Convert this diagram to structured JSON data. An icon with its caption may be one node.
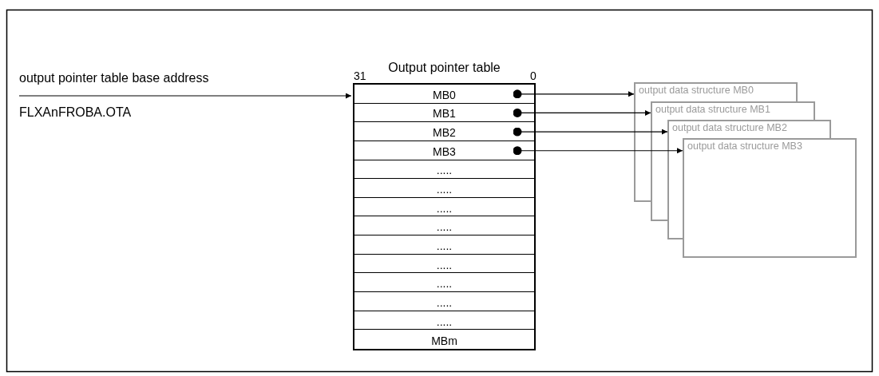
{
  "diagram": {
    "nodes": [
      {
        "text": [
          "Output pointer table"
        ]
      },
      {
        "text": [
          "MB0"
        ],
        "in": 0
      },
      {
        "text": [
          "MB1"
        ],
        "in": 0
      },
      {
        "text": [
          "MB2"
        ],
        "in": 0
      },
      {
        "text": [
          "MB3"
        ],
        "in": 0
      },
      {
        "text": [
          "....."
        ],
        "in": 0
      },
      {
        "text": [
          "....."
        ],
        "in": 0
      },
      {
        "text": [
          "....."
        ],
        "in": 0
      },
      {
        "text": [
          "....."
        ],
        "in": 0
      },
      {
        "text": [
          "....."
        ],
        "in": 0
      },
      {
        "text": [
          "....."
        ],
        "in": 0
      },
      {
        "text": [
          "....."
        ],
        "in": 0
      },
      {
        "text": [
          "....."
        ],
        "in": 0
      },
      {
        "text": [
          "....."
        ],
        "in": 0
      },
      {
        "text": [
          "MBm"
        ],
        "in": 0
      },
      {
        "text": [
          "output data structure MB0"
        ]
      },
      {
        "text": [
          "output data structure MB1"
        ]
      },
      {
        "text": [
          "output data structure MB2"
        ]
      },
      {
        "text": [
          "output data structure MB3"
        ]
      }
    ],
    "edges": [
      {
        "from": null,
        "to": 0,
        "arrow": "to"
      },
      {
        "from": 1,
        "to": 15,
        "arrow": "to"
      },
      {
        "from": 2,
        "to": 16,
        "arrow": "to"
      },
      {
        "from": 3,
        "to": 17,
        "arrow": "to"
      },
      {
        "from": 4,
        "to": 18,
        "arrow": "to"
      }
    ],
    "labels": [
      "output pointer table base address",
      "FLXAnFROBA.OTA",
      "31",
      "0"
    ]
  }
}
